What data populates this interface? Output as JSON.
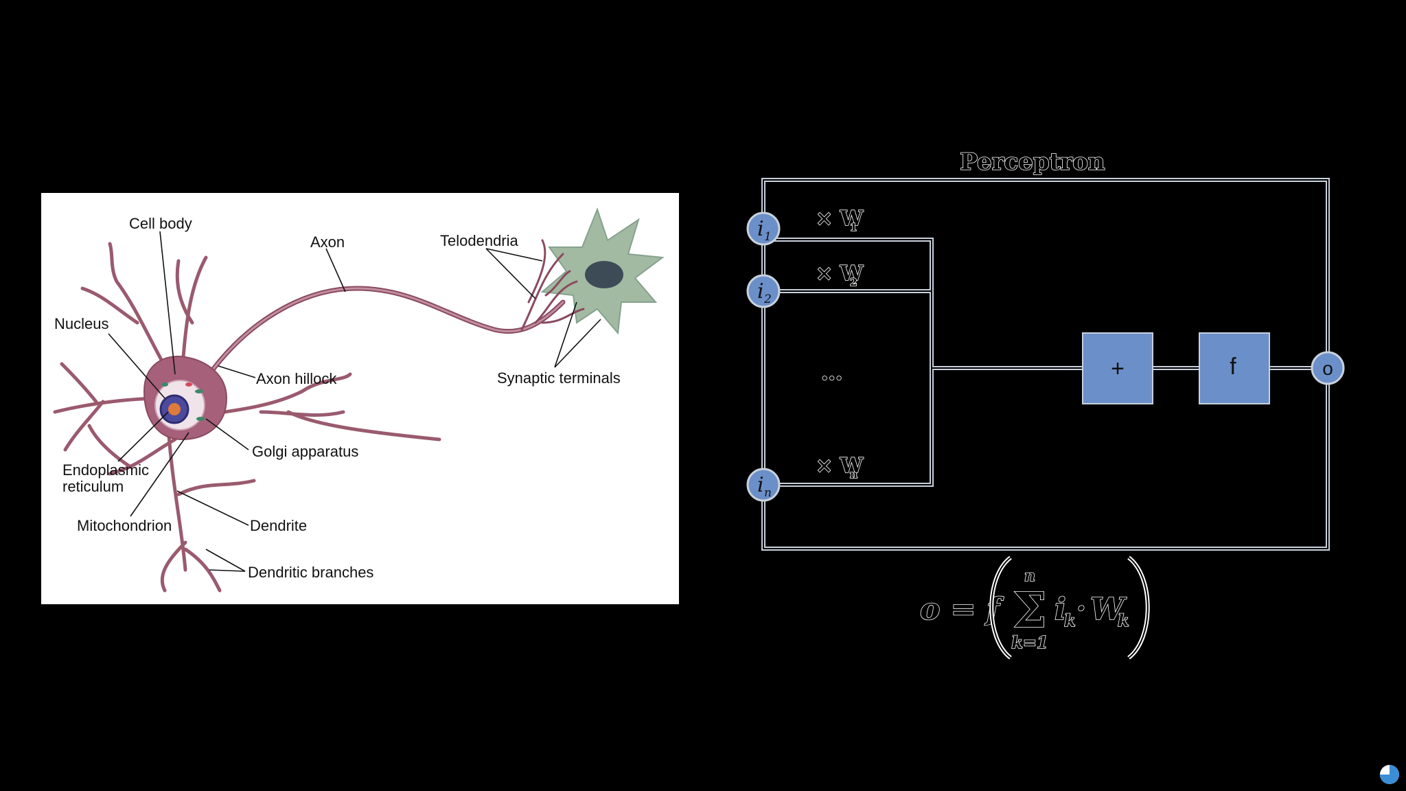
{
  "neuron": {
    "labels": {
      "cell_body": "Cell body",
      "axon": "Axon",
      "telodendria": "Telodendria",
      "nucleus": "Nucleus",
      "axon_hillock": "Axon hillock",
      "synaptic_terminals": "Synaptic terminals",
      "golgi": "Golgi apparatus",
      "er_line1": "Endoplasmic",
      "er_line2": "reticulum",
      "mitochondrion": "Mitochondrion",
      "dendrite": "Dendrite",
      "dendritic_branches": "Dendritic branches"
    }
  },
  "perceptron": {
    "title": "Perceptron",
    "inputs": [
      {
        "letter": "i",
        "sub": "1",
        "weight_prefix": "× W",
        "weight_sub": "1"
      },
      {
        "letter": "i",
        "sub": "2",
        "weight_prefix": "× W",
        "weight_sub": "2"
      },
      {
        "letter": "i",
        "sub": "n",
        "weight_prefix": "× W",
        "weight_sub": "n"
      }
    ],
    "ellipsis": "...",
    "sum_symbol": "+",
    "activation": "f",
    "output": "o",
    "colors": {
      "node": "#6b8fc9",
      "box": "#6b8fc9",
      "wire": "#c9d1dc"
    }
  },
  "formula": {
    "lhs": "o = f",
    "sigma": "Σ",
    "upper": "n",
    "lower": "k=1",
    "term_i": "i",
    "term_i_sub": "k",
    "dot": "·",
    "term_w": "W",
    "term_w_sub": "k"
  }
}
